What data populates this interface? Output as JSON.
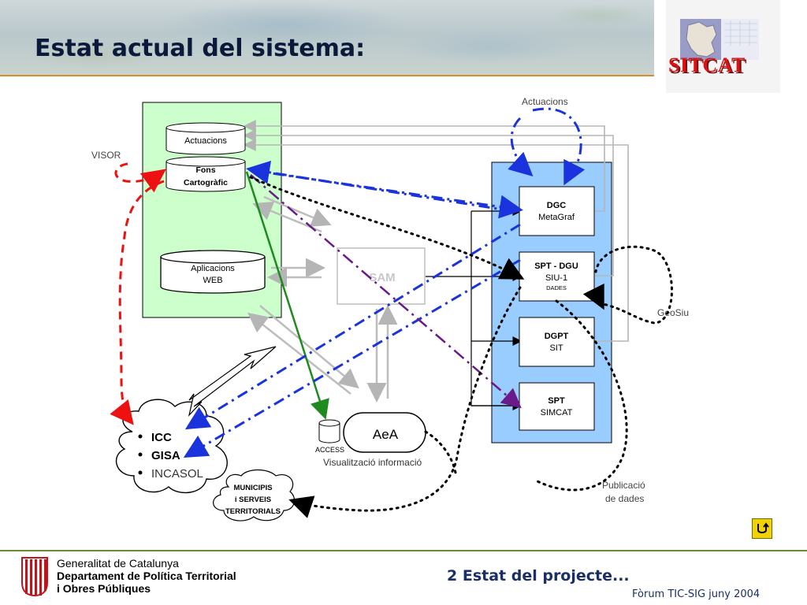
{
  "header": {
    "title": "Estat actual del sistema:",
    "logo_text": "SITCAT"
  },
  "diagram": {
    "labels": {
      "visor": "VISOR",
      "actuacions_top": "Actuacions",
      "geosiu": "GeoSiu",
      "publicacio_1": "Publicació",
      "publicacio_2": "de dades",
      "visualitzacio": "Visualització informació",
      "access": "ACCESS",
      "aea": "AeA",
      "sam": "SAM"
    },
    "left_panel": {
      "db_actuacions": "Actuacions",
      "db_fons_1": "Fons",
      "db_fons_2": "Cartogràfic",
      "db_apps_1": "Aplicacions",
      "db_apps_2": "WEB"
    },
    "right_panel": {
      "dgc_title": "DGC",
      "dgc_sub": "MetaGraf",
      "sptdgu_title": "SPT - DGU",
      "sptdgu_sub": "SIU-1",
      "sptdgu_sub2": "DADES",
      "dgpt_title": "DGPT",
      "dgpt_sub": "SIT",
      "spt_title": "SPT",
      "spt_sub": "SIMCAT"
    },
    "cloud_icc": [
      "ICC",
      "GISA",
      "INCASOL"
    ],
    "cloud_municipis": [
      "MUNICIPIS",
      "i SERVEIS",
      "TERRITORIALS"
    ]
  },
  "footer": {
    "gencat_line1": "Generalitat de Catalunya",
    "gencat_line2": "Departament de Política Territorial",
    "gencat_line3": "i Obres Públiques",
    "section": "2 Estat del projecte...",
    "forum": "Fòrum TIC-SIG juny 2004"
  },
  "colors": {
    "title": "#0b1a3a",
    "accent_line": "#e08a2a",
    "left_panel_bg": "#ccffcc",
    "right_panel_bg": "#99ccff",
    "logo_red": "#e01010",
    "arrow_red": "#ee1111",
    "arrow_blue": "#1a33dd",
    "arrow_purple": "#6a1a8a",
    "arrow_green": "#1f8a1f",
    "footer_text": "#1a2f66"
  },
  "icons": [
    "visor-loop-icon",
    "return-icon",
    "gencat-emblem-icon",
    "database-icon"
  ]
}
